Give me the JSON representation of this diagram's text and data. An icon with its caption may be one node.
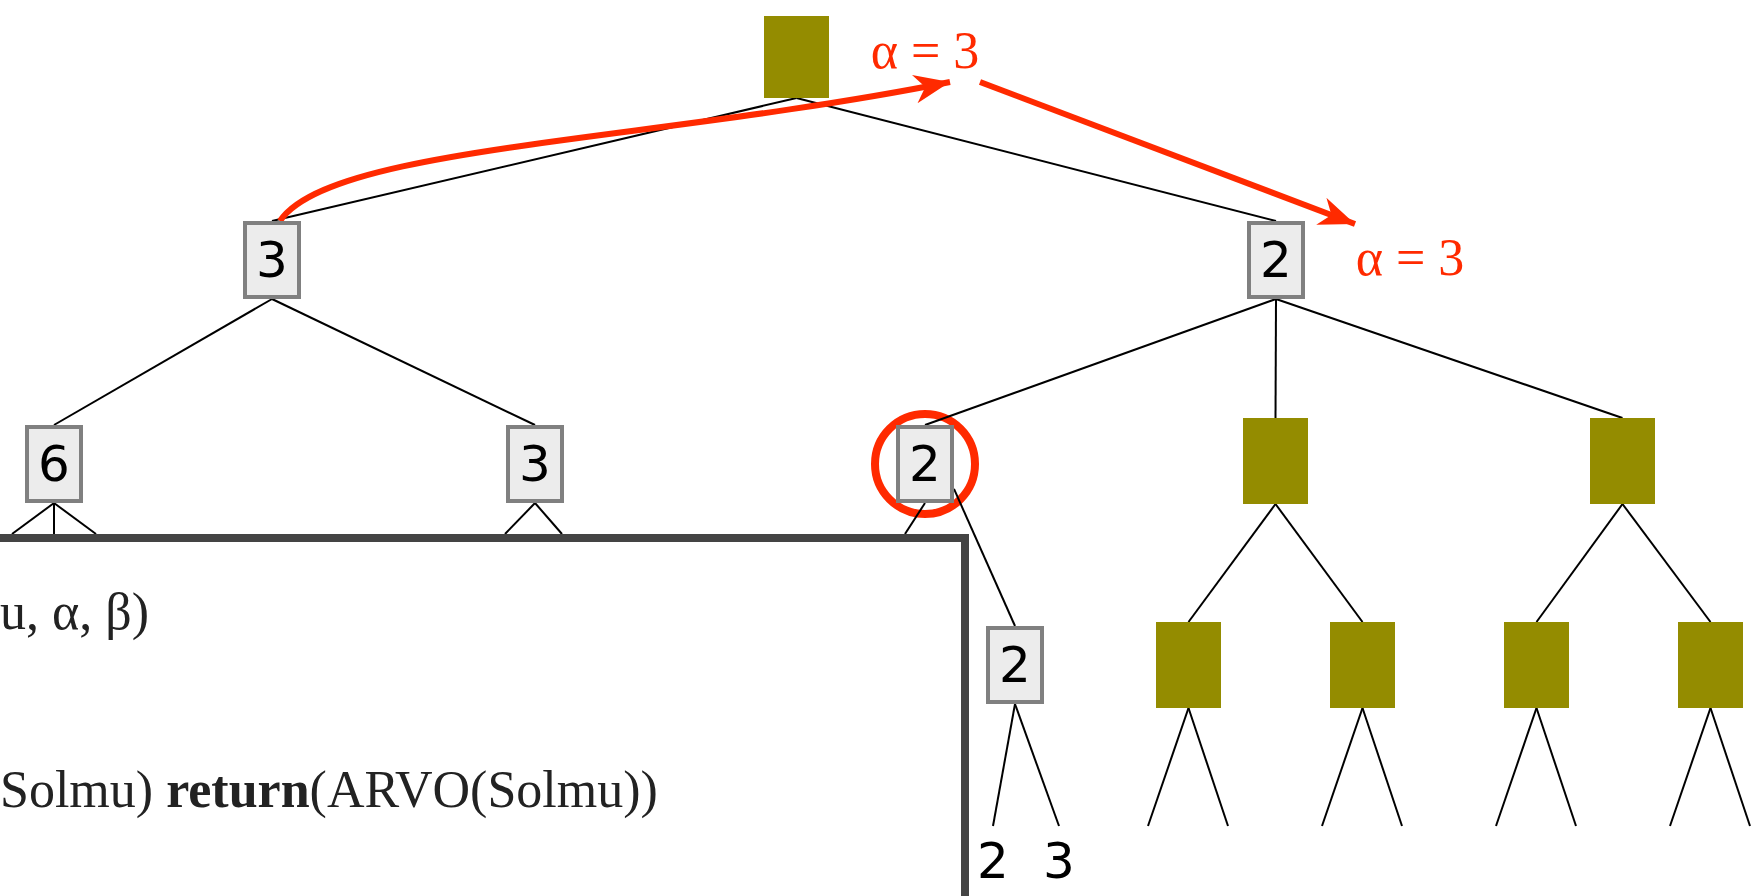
{
  "diagram": {
    "nodes": [
      {
        "text": [],
        "shape": "box"
      },
      {
        "text": [
          "α = 3"
        ]
      },
      {
        "text": [
          "3"
        ]
      },
      {
        "text": [
          "2"
        ]
      },
      {
        "text": [
          "α = 3"
        ]
      },
      {
        "text": [
          "6"
        ]
      },
      {
        "text": [
          "3"
        ]
      },
      {
        "text": [
          "2"
        ]
      },
      {
        "text": [],
        "shape": "box"
      },
      {
        "text": [],
        "shape": "box"
      },
      {
        "text": [
          "2"
        ]
      },
      {
        "text": [],
        "shape": "box"
      },
      {
        "text": [],
        "shape": "box"
      },
      {
        "text": [],
        "shape": "box"
      },
      {
        "text": [],
        "shape": "box"
      },
      {
        "text": [
          "2"
        ]
      },
      {
        "text": [
          "3"
        ]
      },
      {
        "text": [
          "u, α, β)",
          "Solmu) **return**(ARVO(Solmu))"
        ]
      }
    ],
    "edges": [
      {
        "from": 0,
        "to": 2,
        "arrow": "none"
      },
      {
        "from": 0,
        "to": 3,
        "arrow": "none"
      },
      {
        "from": 2,
        "to": 5,
        "arrow": "none"
      },
      {
        "from": 2,
        "to": 6,
        "arrow": "none"
      },
      {
        "from": 3,
        "to": 7,
        "arrow": "none"
      },
      {
        "from": 3,
        "to": 8,
        "arrow": "none"
      },
      {
        "from": 3,
        "to": 9,
        "arrow": "none"
      },
      {
        "from": 5,
        "to": 17,
        "arrow": "none"
      },
      {
        "from": 5,
        "to": 17,
        "arrow": "none"
      },
      {
        "from": 5,
        "to": 17,
        "arrow": "none"
      },
      {
        "from": 6,
        "to": 17,
        "arrow": "none"
      },
      {
        "from": 6,
        "to": 17,
        "arrow": "none"
      },
      {
        "from": 7,
        "to": 17,
        "arrow": "none"
      },
      {
        "from": 7,
        "to": 10,
        "arrow": "none"
      },
      {
        "from": 8,
        "to": 11,
        "arrow": "none"
      },
      {
        "from": 8,
        "to": 12,
        "arrow": "none"
      },
      {
        "from": 9,
        "to": 13,
        "arrow": "none"
      },
      {
        "from": 9,
        "to": 14,
        "arrow": "none"
      },
      {
        "from": 10,
        "to": 15,
        "arrow": "none"
      },
      {
        "from": 10,
        "to": 16,
        "arrow": "none"
      },
      {
        "from": 11,
        "to": null,
        "arrow": "none"
      },
      {
        "from": 11,
        "to": null,
        "arrow": "none"
      },
      {
        "from": 12,
        "to": null,
        "arrow": "none"
      },
      {
        "from": 12,
        "to": null,
        "arrow": "none"
      },
      {
        "from": 13,
        "to": null,
        "arrow": "none"
      },
      {
        "from": 13,
        "to": null,
        "arrow": "none"
      },
      {
        "from": 14,
        "to": null,
        "arrow": "none"
      },
      {
        "from": 14,
        "to": null,
        "arrow": "none"
      },
      {
        "from": 2,
        "to": 1,
        "arrow": "to",
        "style": "thick",
        "color": "#ff2a00"
      },
      {
        "from": 1,
        "to": 4,
        "arrow": "to",
        "style": "thick",
        "color": "#ff2a00"
      }
    ]
  }
}
